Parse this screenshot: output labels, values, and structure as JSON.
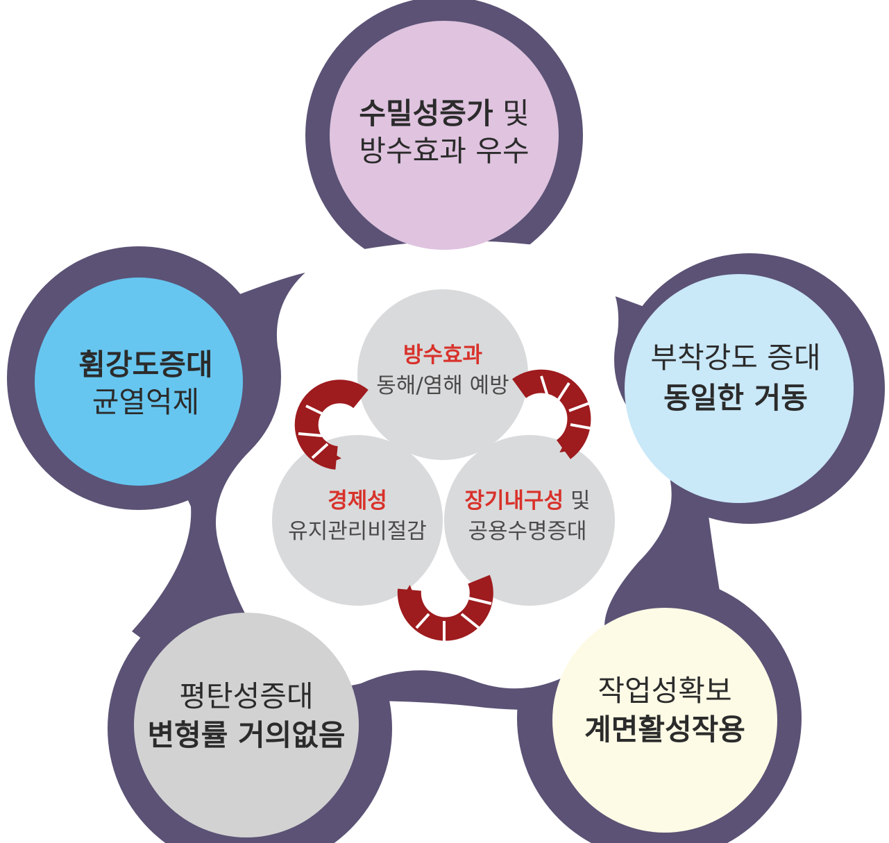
{
  "outer_nodes": [
    {
      "id": "top",
      "line1_bold": "수밀성증가",
      "line1_rest": " 및",
      "line2_bold": "",
      "line2_rest": "방수효과 우수",
      "fill": "#dfc3df"
    },
    {
      "id": "left",
      "line1_bold": "휨강도증대",
      "line1_rest": "",
      "line2_bold": "",
      "line2_rest": "균열억제",
      "fill": "#66c6f0"
    },
    {
      "id": "right",
      "line1_bold": "",
      "line1_rest": "부착강도 증대",
      "line2_bold": "동일한 거동",
      "line2_rest": "",
      "fill": "#c9e8f8"
    },
    {
      "id": "bottom-left",
      "line1_bold": "",
      "line1_rest": "평탄성증대",
      "line2_bold": "변형률 거의없음",
      "line2_rest": "",
      "fill": "#d2d2d2"
    },
    {
      "id": "bottom-right",
      "line1_bold": "",
      "line1_rest": "작업성확보",
      "line2_bold": "계면활성작용",
      "line2_rest": "",
      "fill": "#fdfbe6"
    }
  ],
  "inner_nodes": [
    {
      "id": "waterproof",
      "title": "방수효과",
      "title_rest": "",
      "sub": "동해/염해 예방"
    },
    {
      "id": "economy",
      "title": "경제성",
      "title_rest": "",
      "sub": "유지관리비절감"
    },
    {
      "id": "durability",
      "title": "장기내구성",
      "title_rest": " 및",
      "sub": "공용수명증대"
    }
  ],
  "colors": {
    "ring": "#5b5275",
    "inner_circle": "#d9dadb",
    "arrow": "#9e1b1e",
    "accent_text": "#d8312a",
    "background": "#ffffff"
  }
}
